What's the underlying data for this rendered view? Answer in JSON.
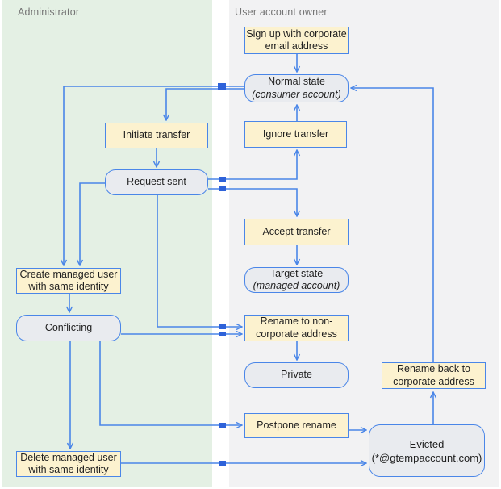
{
  "lanes": {
    "administrator": {
      "label": "Administrator"
    },
    "user": {
      "label": "User account owner"
    }
  },
  "nodes": {
    "sign_up": {
      "type": "action",
      "line1": "Sign up with corporate",
      "line2": "email address"
    },
    "normal": {
      "type": "state",
      "line1": "Normal state",
      "line2": "(consumer account)"
    },
    "initiate": {
      "type": "action",
      "line1": "Initiate transfer",
      "line2": ""
    },
    "ignore": {
      "type": "action",
      "line1": "Ignore transfer",
      "line2": ""
    },
    "request": {
      "type": "state",
      "line1": "Request sent",
      "line2": ""
    },
    "accept": {
      "type": "action",
      "line1": "Accept transfer",
      "line2": ""
    },
    "target": {
      "type": "state",
      "line1": "Target state",
      "line2": "(managed account)"
    },
    "create": {
      "type": "action",
      "line1": "Create managed user",
      "line2": "with same identity"
    },
    "conflicting": {
      "type": "state",
      "line1": "Conflicting",
      "line2": ""
    },
    "rename_non": {
      "type": "action",
      "line1": "Rename to non-",
      "line2": "corporate address"
    },
    "private": {
      "type": "state",
      "line1": "Private",
      "line2": ""
    },
    "rename_back": {
      "type": "action",
      "line1": "Rename back to",
      "line2": "corporate address"
    },
    "postpone": {
      "type": "action",
      "line1": "Postpone rename",
      "line2": ""
    },
    "evicted": {
      "type": "state",
      "line1": "Evicted",
      "line2": "(*@gtempaccount.com)"
    },
    "delete": {
      "type": "action",
      "line1": "Delete managed user",
      "line2": "with same identity"
    }
  },
  "edges": [
    {
      "from": "sign_up",
      "to": "normal"
    },
    {
      "from": "ignore",
      "to": "normal"
    },
    {
      "from": "rename_back",
      "to": "normal"
    },
    {
      "from": "normal",
      "to": "initiate"
    },
    {
      "from": "normal",
      "to": "create"
    },
    {
      "from": "initiate",
      "to": "request"
    },
    {
      "from": "request",
      "to": "ignore"
    },
    {
      "from": "request",
      "to": "accept"
    },
    {
      "from": "request",
      "to": "create"
    },
    {
      "from": "request",
      "to": "rename_non"
    },
    {
      "from": "accept",
      "to": "target"
    },
    {
      "from": "create",
      "to": "conflicting"
    },
    {
      "from": "conflicting",
      "to": "rename_non"
    },
    {
      "from": "conflicting",
      "to": "delete"
    },
    {
      "from": "conflicting",
      "to": "postpone"
    },
    {
      "from": "rename_non",
      "to": "private"
    },
    {
      "from": "postpone",
      "to": "evicted"
    },
    {
      "from": "delete",
      "to": "evicted"
    },
    {
      "from": "evicted",
      "to": "rename_back"
    }
  ],
  "colors": {
    "lane_admin_bg": "#e4f0e4",
    "lane_user_bg": "#f2f2f3",
    "action_fill": "#fcf2cf",
    "state_fill": "#e9ebef",
    "shape_border": "#4a86e8",
    "connector": "#4a86e8",
    "crossing_marker": "#2e62d9",
    "lane_label_text": "#757575",
    "node_text": "#1f1f1f"
  }
}
